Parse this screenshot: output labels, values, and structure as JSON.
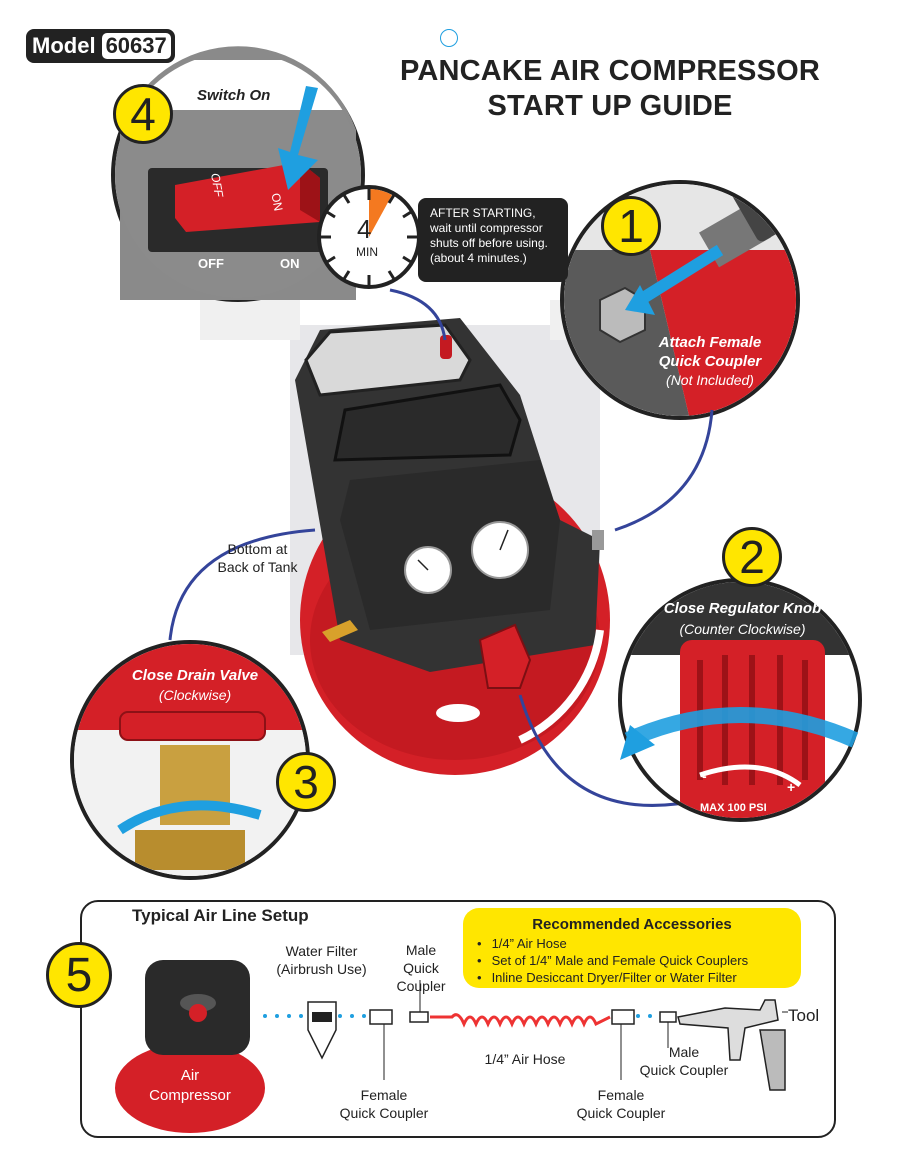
{
  "model": {
    "label": "Model",
    "number": "60637"
  },
  "title": {
    "line1": "PANCAKE AIR COMPRESSOR",
    "line2": "START UP GUIDE"
  },
  "step4": {
    "number": "4",
    "caption": "Switch On",
    "off_rocker": "OFF",
    "on_rocker": "ON",
    "off_label": "OFF",
    "on_label": "ON"
  },
  "timer": {
    "value": "4",
    "unit": "MIN"
  },
  "note": {
    "text": "AFTER STARTING, wait until compressor shuts off before using. (about 4 minutes.)"
  },
  "step1": {
    "number": "1",
    "caption": "Attach Female Quick Coupler",
    "sub": "(Not Included)"
  },
  "step2": {
    "number": "2",
    "caption": "Close Regulator Knob",
    "sub": "(Counter Clockwise)",
    "minus": "-",
    "plus": "+",
    "psi": "MAX 100 PSI"
  },
  "step3": {
    "number": "3",
    "caption": "Close Drain Valve",
    "sub": "(Clockwise)"
  },
  "bottom_label": {
    "line1": "Bottom at",
    "line2": "Back of Tank"
  },
  "airline": {
    "heading": "Typical Air Line Setup",
    "step_number": "5",
    "compressor": {
      "line1": "Air",
      "line2": "Compressor"
    },
    "water_filter": {
      "line1": "Water Filter",
      "line2": "(Airbrush Use)"
    },
    "male_coupler_1": {
      "line1": "Male",
      "line2": "Quick",
      "line3": "Coupler"
    },
    "female_coupler_1": {
      "line1": "Female",
      "line2": "Quick Coupler"
    },
    "hose": "1/4” Air Hose",
    "female_coupler_2": {
      "line1": "Female",
      "line2": "Quick Coupler"
    },
    "male_coupler_2": {
      "line1": "Male",
      "line2": "Quick Coupler"
    },
    "tool": "Tool"
  },
  "accessories": {
    "title": "Recommended Accessories",
    "items": [
      "1/4” Air Hose",
      "Set of 1/4” Male and Female Quick Couplers",
      "Inline Desiccant Dryer/Filter or Water Filter"
    ]
  },
  "colors": {
    "red": "#d42027",
    "yellow": "#ffe600",
    "dark": "#222222",
    "blue": "#1f9fe0",
    "arrow": "#34449a"
  }
}
